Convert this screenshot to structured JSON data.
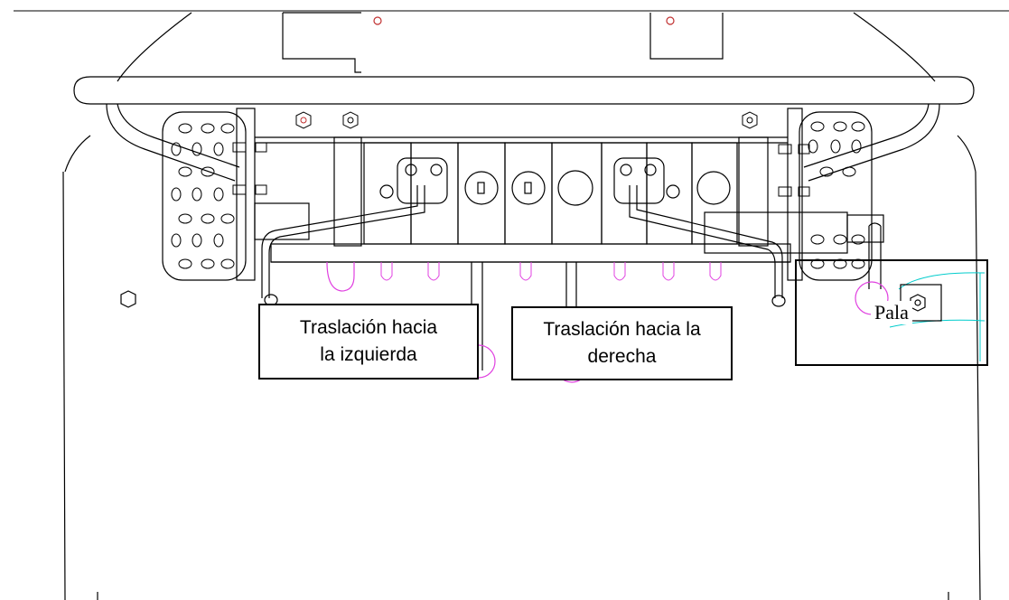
{
  "labels": {
    "left": {
      "line1": "Traslación hacia",
      "line2": "la izquierda"
    },
    "center": {
      "line1": "Traslación hacia la",
      "line2": "derecha"
    },
    "right": {
      "text": "Pala"
    }
  },
  "colors": {
    "outline": "#000000",
    "highlight": "#e040e0",
    "cyan": "#00cccc"
  }
}
